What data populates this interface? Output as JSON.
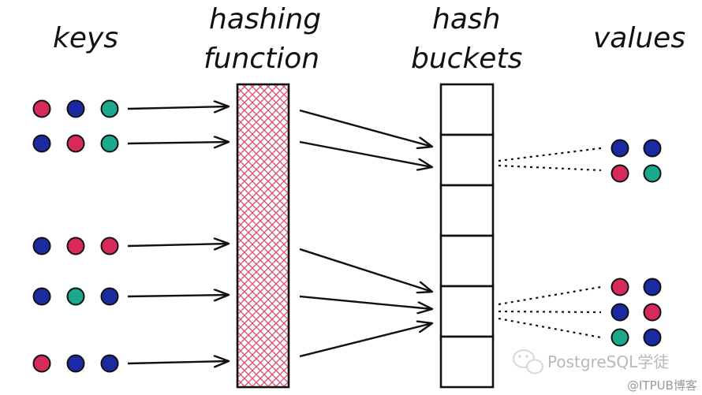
{
  "headers": {
    "keys": "keys",
    "hashing_function_line1": "hashing",
    "hashing_function_line2": "function",
    "hash_buckets_line1": "hash",
    "hash_buckets_line2": "buckets",
    "values": "values"
  },
  "colors": {
    "red": "#d62b5a",
    "blue": "#1b2aa0",
    "teal": "#1aa88e",
    "hatch": "#d94a6c",
    "ink": "#111111"
  },
  "key_rows": [
    [
      "red",
      "blue",
      "teal"
    ],
    [
      "blue",
      "red",
      "teal"
    ],
    [
      "blue",
      "red",
      "red"
    ],
    [
      "blue",
      "teal",
      "blue"
    ],
    [
      "red",
      "blue",
      "blue"
    ]
  ],
  "value_groups": [
    [
      [
        "blue",
        "blue"
      ],
      [
        "red",
        "teal"
      ]
    ],
    [
      [
        "red",
        "blue"
      ],
      [
        "blue",
        "red"
      ],
      [
        "teal",
        "blue"
      ]
    ]
  ],
  "bucket_count": 6,
  "watermark": {
    "brand": "PostgreSQL学徒",
    "site": "@ITPUB博客"
  }
}
